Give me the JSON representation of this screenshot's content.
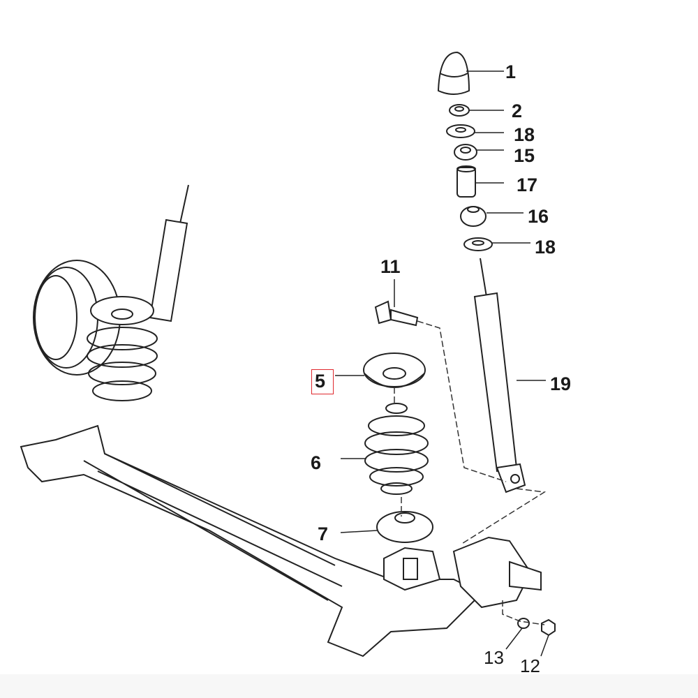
{
  "diagram": {
    "callouts": [
      {
        "id": "1",
        "label": "1"
      },
      {
        "id": "2",
        "label": "2"
      },
      {
        "id": "18a",
        "label": "18"
      },
      {
        "id": "15",
        "label": "15"
      },
      {
        "id": "17",
        "label": "17"
      },
      {
        "id": "16",
        "label": "16"
      },
      {
        "id": "18b",
        "label": "18"
      },
      {
        "id": "11",
        "label": "11"
      },
      {
        "id": "19",
        "label": "19"
      },
      {
        "id": "5",
        "label": "5"
      },
      {
        "id": "6",
        "label": "6"
      },
      {
        "id": "7",
        "label": "7"
      },
      {
        "id": "13",
        "label": "13"
      },
      {
        "id": "12",
        "label": "12"
      }
    ],
    "highlighted_callout": "5",
    "highlight_color": "#e0282d"
  }
}
